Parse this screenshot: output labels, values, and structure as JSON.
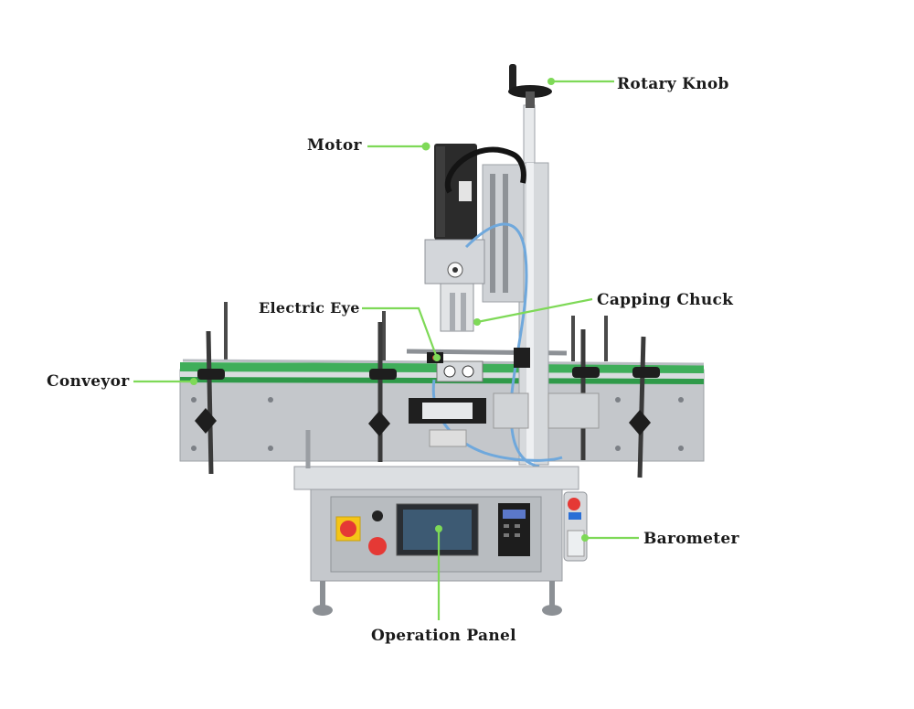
{
  "labels": {
    "rotary_knob": "Rotary Knob",
    "motor": "Motor",
    "electric_eye": "Electric Eye",
    "capping_chuck": "Capping Chuck",
    "conveyor": "Conveyor",
    "barometer": "Barometer",
    "operation_panel": "Operation Panel"
  },
  "colors": {
    "leader_line": "#7ed957",
    "machine_steel": "#c9ccd0",
    "conveyor_belt": "#3fae5a",
    "emergency_stop": "#e53935",
    "panel_screen": "#3d5a73",
    "motor_body": "#2b2b2b"
  }
}
